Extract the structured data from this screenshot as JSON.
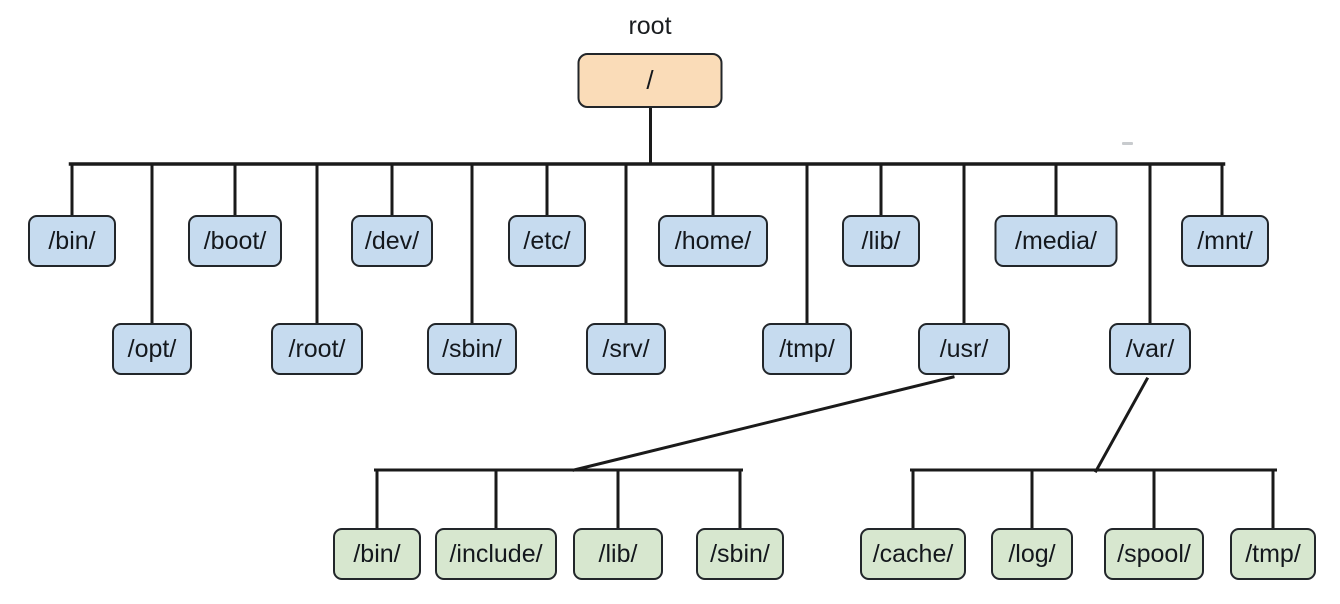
{
  "diagram": {
    "caption": "root",
    "root_node": "/",
    "root_children_upper": [
      "/bin/",
      "/boot/",
      "/dev/",
      "/etc/",
      "/home/",
      "/lib/",
      "/media/",
      "/mnt/"
    ],
    "root_children_lower": [
      "/opt/",
      "/root/",
      "/sbin/",
      "/srv/",
      "/tmp/",
      "/usr/",
      "/var/"
    ],
    "usr_children": [
      "/bin/",
      "/include/",
      "/lib/",
      "/sbin/"
    ],
    "var_children": [
      "/cache/",
      "/log/",
      "/spool/",
      "/tmp/"
    ],
    "colors": {
      "root_fill": "#fadcb8",
      "level1_fill": "#c6dbef",
      "level2_fill": "#d7e7cf",
      "node_border": "#22262a",
      "line": "#1a1a1a"
    }
  }
}
